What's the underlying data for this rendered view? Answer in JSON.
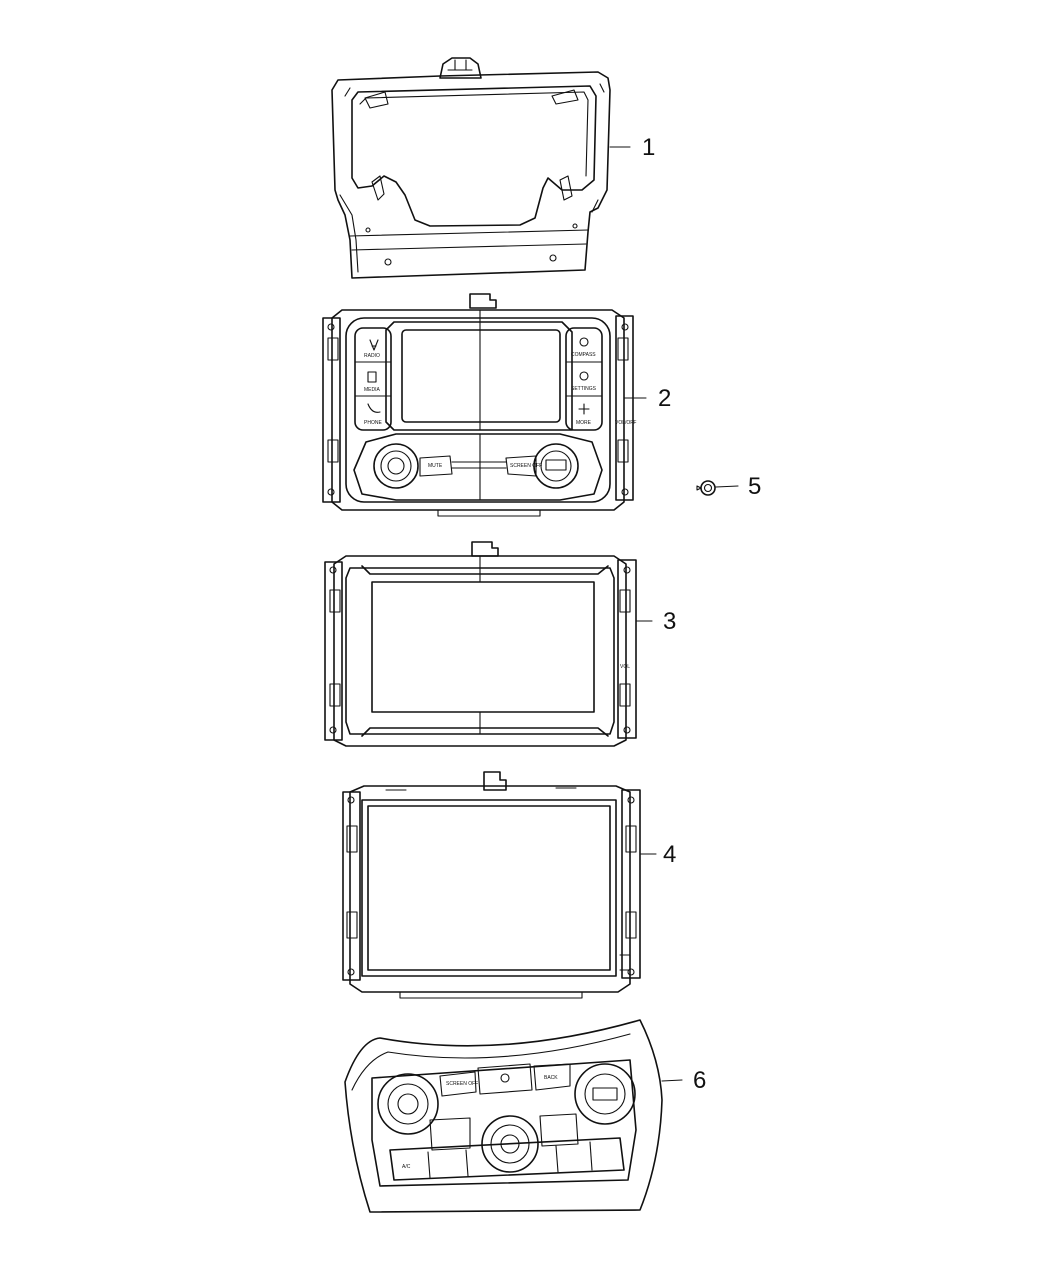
{
  "callouts": [
    {
      "id": "1",
      "label": "1"
    },
    {
      "id": "2",
      "label": "2"
    },
    {
      "id": "3",
      "label": "3"
    },
    {
      "id": "4",
      "label": "4"
    },
    {
      "id": "5",
      "label": "5"
    },
    {
      "id": "6",
      "label": "6"
    }
  ],
  "radio_2": {
    "left_buttons": [
      "RADIO",
      "MEDIA",
      "PHONE"
    ],
    "right_buttons": [
      "COMPASS",
      "SETTINGS",
      "MORE"
    ],
    "knob_labels": [
      "MUTE",
      "SCREEN OFF"
    ],
    "side_label": "VOL/OFF"
  },
  "radio_3": {
    "side_label": "VOL"
  },
  "control_6": {
    "top_buttons": [
      "SCREEN OFF",
      "BACK"
    ],
    "bottom_buttons": [
      "A/C"
    ]
  },
  "colors": {
    "line": "#111111",
    "background": "#ffffff"
  }
}
